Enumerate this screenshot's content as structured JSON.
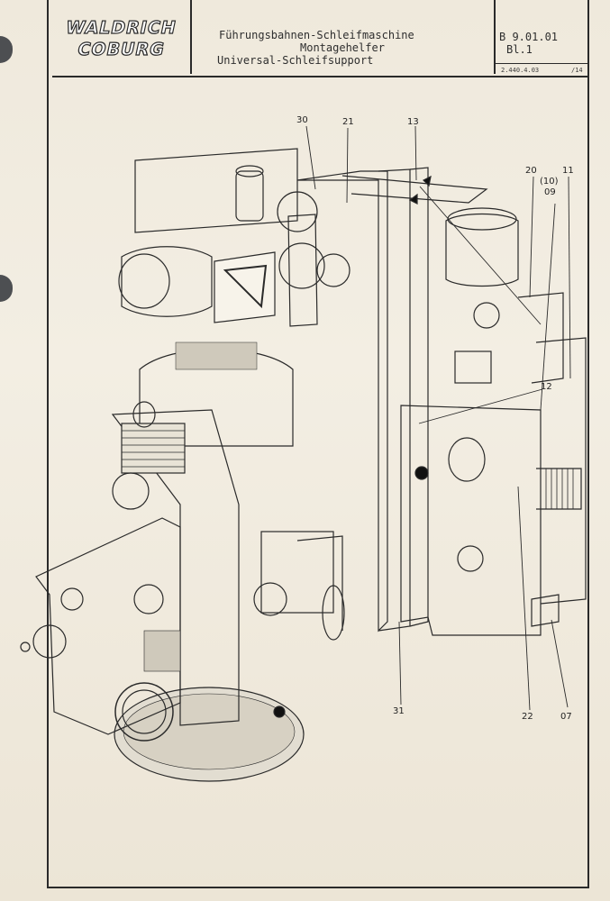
{
  "titleblock": {
    "logo_line_1": "WALDRICH",
    "logo_line_2": "COBURG",
    "description_line_1": "Führungsbahnen-Schleifmaschine",
    "description_line_2": "Montagehelfer",
    "description_line_3": "Universal-Schleifsupport",
    "doc_number": "B 9.01.01",
    "sheet": "Bl.1",
    "drawing_code": "2.440.4.03",
    "drawing_code_suffix": "/14"
  },
  "callouts": [
    {
      "label": "30"
    },
    {
      "label": "21"
    },
    {
      "label": "13"
    },
    {
      "label": "20"
    },
    {
      "label": "11"
    },
    {
      "label": "(10)"
    },
    {
      "label": "09"
    },
    {
      "label": "12"
    },
    {
      "label": "31"
    },
    {
      "label": "22"
    },
    {
      "label": "07"
    }
  ]
}
